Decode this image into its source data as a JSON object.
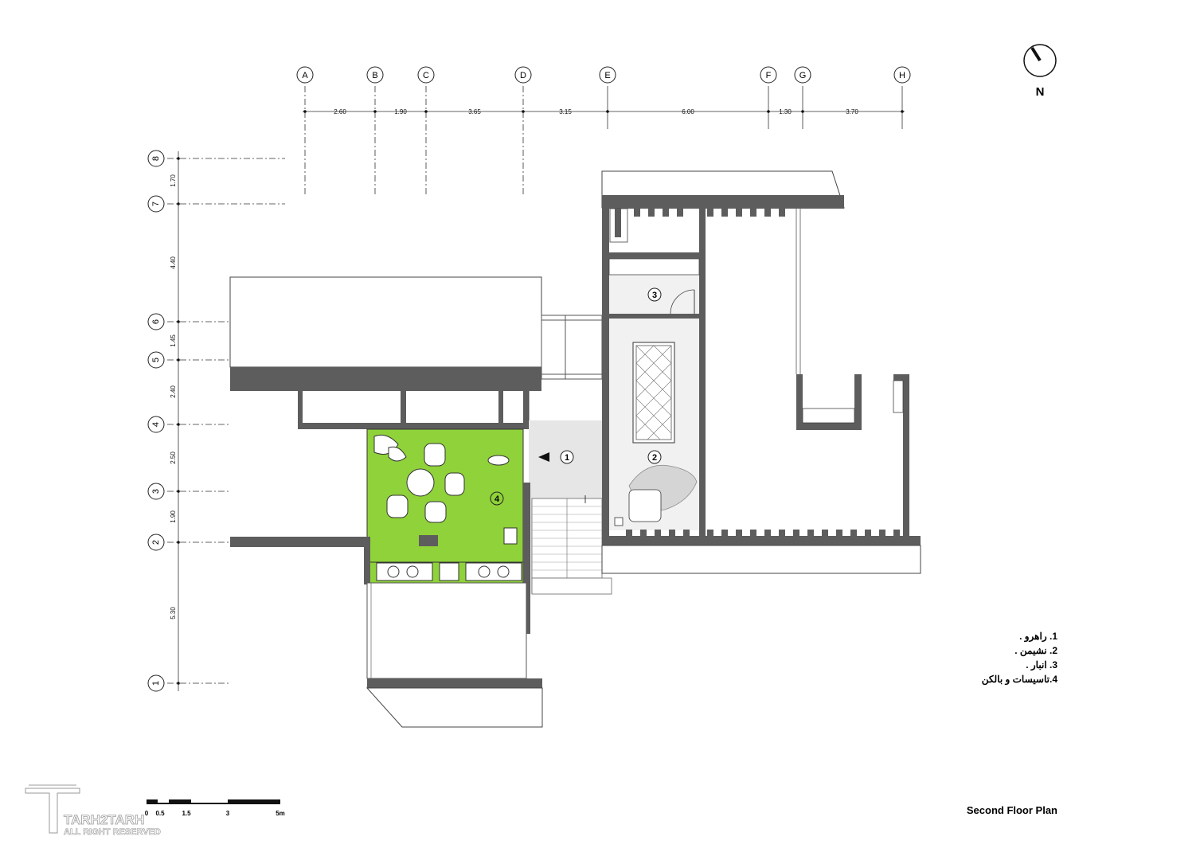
{
  "grid": {
    "columns": [
      "A",
      "B",
      "C",
      "D",
      "E",
      "F",
      "G",
      "H"
    ],
    "column_spacings": [
      "2.60",
      "1.90",
      "3.65",
      "3.15",
      "6.00",
      "1.30",
      "3.70"
    ],
    "rows": [
      "8",
      "7",
      "6",
      "5",
      "4",
      "3",
      "2",
      "1"
    ],
    "row_spacings": [
      "1.70",
      "4.40",
      "1.45",
      "2.40",
      "2.50",
      "1.90",
      "5.30"
    ]
  },
  "north": {
    "label": "N"
  },
  "rooms": [
    {
      "num": "1"
    },
    {
      "num": "2"
    },
    {
      "num": "3"
    },
    {
      "num": "4"
    }
  ],
  "legend": [
    {
      "num": "1.",
      "text": "راهرو ."
    },
    {
      "num": "2.",
      "text": "نشیمن ."
    },
    {
      "num": "3.",
      "text": "انبار ."
    },
    {
      "num": "4.",
      "text": "تاسیسات و بالکن"
    }
  ],
  "scale_bar": {
    "labels": [
      "0",
      "0.5",
      "1.5",
      "3",
      "5m"
    ]
  },
  "title": "Second Floor Plan",
  "watermark": {
    "line1": "TARH2TARH",
    "line2": "ALL RIGHT RESERVED"
  },
  "colors": {
    "wall": "#5d5d5d",
    "balcony": "#8fd23a",
    "corridor": "#e6e6e6",
    "living": "#f1f1f1"
  }
}
